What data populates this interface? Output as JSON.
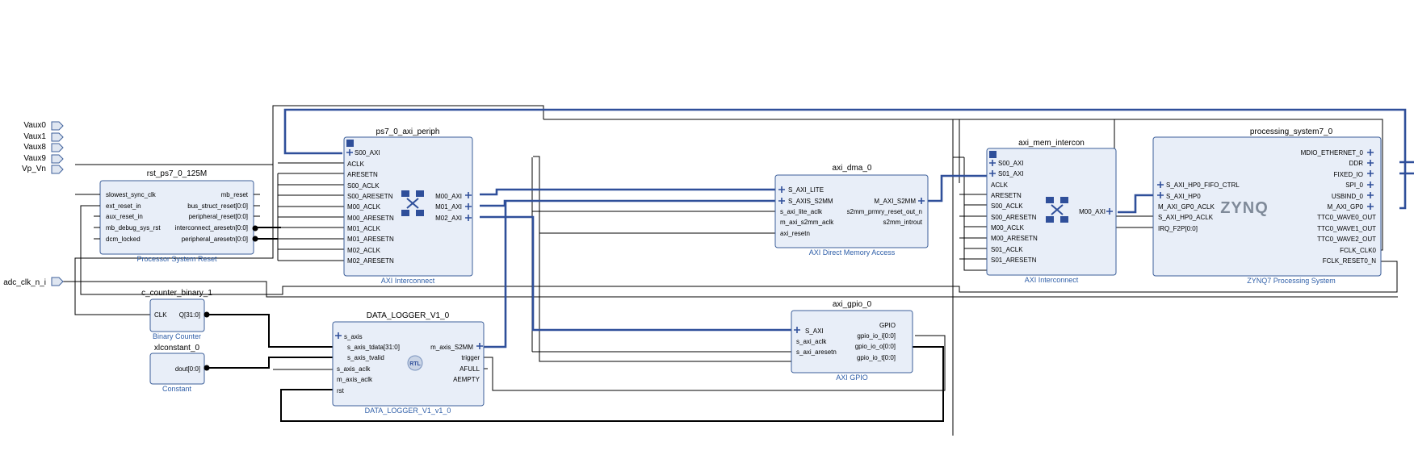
{
  "ports": {
    "vaux0": "Vaux0",
    "vaux1": "Vaux1",
    "vaux8": "Vaux8",
    "vaux9": "Vaux9",
    "vp_vn": "Vp_Vn",
    "adc_clk": "adc_clk_n_i"
  },
  "blocks": {
    "rst": {
      "name": "rst_ps7_0_125M",
      "sub": "Processor System Reset",
      "in": [
        "slowest_sync_clk",
        "ext_reset_in",
        "aux_reset_in",
        "mb_debug_sys_rst",
        "dcm_locked"
      ],
      "out": [
        "mb_reset",
        "bus_struct_reset[0:0]",
        "peripheral_reset[0:0]",
        "interconnect_aresetn[0:0]",
        "peripheral_aresetn[0:0]"
      ]
    },
    "counter": {
      "name": "c_counter_binary_1",
      "sub": "Binary Counter",
      "in": [
        "CLK"
      ],
      "out": [
        "Q[31:0]"
      ]
    },
    "xlconst": {
      "name": "xlconstant_0",
      "sub": "Constant",
      "out": [
        "dout[0:0]"
      ]
    },
    "periph": {
      "name": "ps7_0_axi_periph",
      "sub": "AXI Interconnect",
      "in": [
        "S00_AXI",
        "ACLK",
        "ARESETN",
        "S00_ACLK",
        "S00_ARESETN",
        "M00_ACLK",
        "M00_ARESETN",
        "M01_ACLK",
        "M01_ARESETN",
        "M02_ACLK",
        "M02_ARESETN"
      ],
      "out": [
        "M00_AXI",
        "M01_AXI",
        "M02_AXI"
      ]
    },
    "logger": {
      "name": "DATA_LOGGER_V1_0",
      "sub": "DATA_LOGGER_V1_v1_0",
      "badge": "RTL",
      "in": [
        "s_axis",
        "s_axis_tdata[31:0]",
        "s_axis_tvalid",
        "s_axis_aclk",
        "m_axis_aclk",
        "rst"
      ],
      "out": [
        "m_axis_S2MM",
        "trigger",
        "AFULL",
        "AEMPTY"
      ]
    },
    "dma": {
      "name": "axi_dma_0",
      "sub": "AXI Direct Memory Access",
      "in": [
        "S_AXI_LITE",
        "S_AXIS_S2MM",
        "s_axi_lite_aclk",
        "m_axi_s2mm_aclk",
        "axi_resetn"
      ],
      "out": [
        "M_AXI_S2MM",
        "s2mm_prmry_reset_out_n",
        "s2mm_introut"
      ]
    },
    "gpio": {
      "name": "axi_gpio_0",
      "sub": "AXI GPIO",
      "in": [
        "S_AXI",
        "s_axi_aclk",
        "s_axi_aresetn"
      ],
      "out": [
        "GPIO",
        "gpio_io_i[0:0]",
        "gpio_io_o[0:0]",
        "gpio_io_t[0:0]"
      ]
    },
    "mem": {
      "name": "axi_mem_intercon",
      "sub": "AXI Interconnect",
      "in": [
        "S00_AXI",
        "S01_AXI",
        "ACLK",
        "ARESETN",
        "S00_ACLK",
        "S00_ARESETN",
        "M00_ACLK",
        "M00_ARESETN",
        "S01_ACLK",
        "S01_ARESETN"
      ],
      "out": [
        "M00_AXI"
      ]
    },
    "ps7": {
      "name": "processing_system7_0",
      "sub": "ZYNQ7 Processing System",
      "logo": "ZYNQ",
      "in": [
        "S_AXI_HP0_FIFO_CTRL",
        "S_AXI_HP0",
        "M_AXI_GP0_ACLK",
        "S_AXI_HP0_ACLK",
        "IRQ_F2P[0:0]"
      ],
      "out": [
        "MDIO_ETHERNET_0",
        "DDR",
        "FIXED_IO",
        "SPI_0",
        "USBIND_0",
        "M_AXI_GP0",
        "TTC0_WAVE0_OUT",
        "TTC0_WAVE1_OUT",
        "TTC0_WAVE2_OUT",
        "FCLK_CLK0",
        "FCLK_RESET0_N"
      ]
    }
  },
  "colors": {
    "block_fill": "#e8eef8",
    "block_border": "#3c5f9a",
    "bus": "#2f4f9a",
    "subtitle": "#2e5ea8"
  }
}
